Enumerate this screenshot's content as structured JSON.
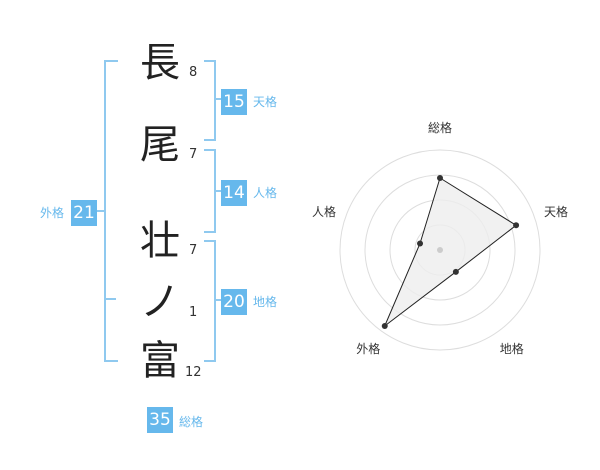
{
  "name": {
    "chars": [
      {
        "char": "長",
        "strokes": "8"
      },
      {
        "char": "尾",
        "strokes": "7"
      },
      {
        "char": "壮",
        "strokes": "7"
      },
      {
        "char": "ノ",
        "strokes": "1"
      },
      {
        "char": "富",
        "strokes": "12"
      }
    ]
  },
  "scores": {
    "tenkaku": {
      "value": "15",
      "label": "天格"
    },
    "jinkaku": {
      "value": "14",
      "label": "人格"
    },
    "chikaku": {
      "value": "20",
      "label": "地格"
    },
    "gaikaku": {
      "value": "21",
      "label": "外格"
    },
    "soukaku": {
      "value": "35",
      "label": "総格"
    }
  },
  "colors": {
    "accent": "#66b8ec",
    "bracket": "#8fc9ef",
    "text": "#222222",
    "radar_fill": "#eeeeee",
    "radar_grid": "#dddddd"
  },
  "chart_data": {
    "type": "radar",
    "axes": [
      "総格",
      "天格",
      "地格",
      "外格",
      "人格"
    ],
    "values": [
      0.72,
      0.8,
      0.27,
      0.94,
      0.21
    ],
    "range": [
      0,
      1
    ],
    "rings": 4,
    "grid": true
  }
}
